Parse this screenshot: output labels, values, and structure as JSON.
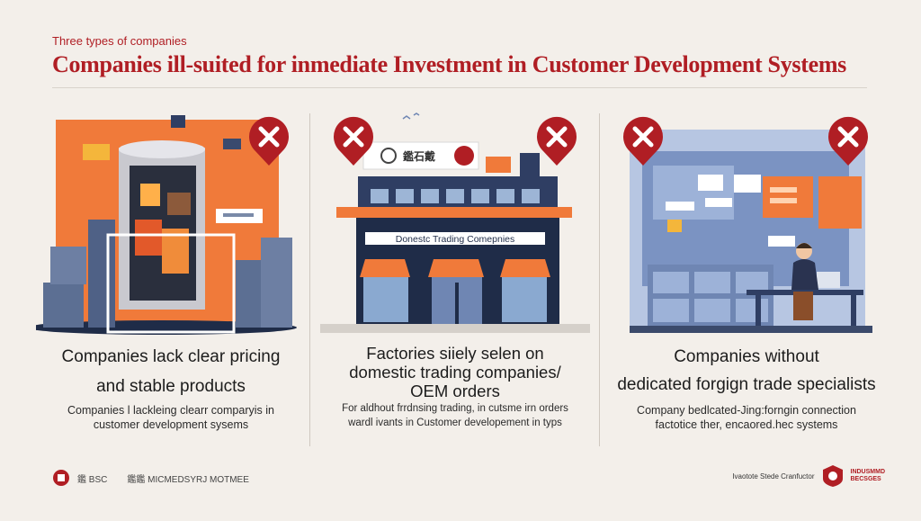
{
  "header": {
    "eyebrow": "Three types of companies",
    "title": "Companies ill-suited for inmediate Investment in Customer Development Systems"
  },
  "panels": [
    {
      "title_line1": "Companies lack clear pricing",
      "title_line2": "and stable products",
      "desc_line1": "Companies l lackleing clearr comparyis in",
      "desc_line2": "customer development sysems",
      "badge": "x-icon"
    },
    {
      "sign_top": "鑑石戴",
      "sign_store": "Donestc Trading Comepnies",
      "title_line1": "Factories siiely selen on",
      "title_line2": "domestic trading companies/",
      "title_line3": "OEM orders",
      "desc_line1": "For aldhout frrdnsing trading, in cutsme irn orders",
      "desc_line2": "wardl ivants in Customer developement in typs",
      "badge": "x-icon"
    },
    {
      "title_line1": "Companies without",
      "title_line2": "dedicated forgign trade specialists",
      "desc_line1": "Company bedlcated-Jing:forngin connection",
      "desc_line2": "factotice ther, encaored.hec systems",
      "badge": "x-icon"
    }
  ],
  "footer": {
    "left_brand": "鑑 BSC",
    "left_text": "鑑鑑 MICMEDSYRJ MOTMEE",
    "right_text": "Ivaotote Stede Cranfuctor",
    "right_logo_line1": "INDUSMMD",
    "right_logo_line2": "BECSGES"
  },
  "colors": {
    "accent_red": "#b01e24",
    "orange": "#f07a3a",
    "navy": "#2f3e63",
    "slate": "#6f86b3"
  }
}
